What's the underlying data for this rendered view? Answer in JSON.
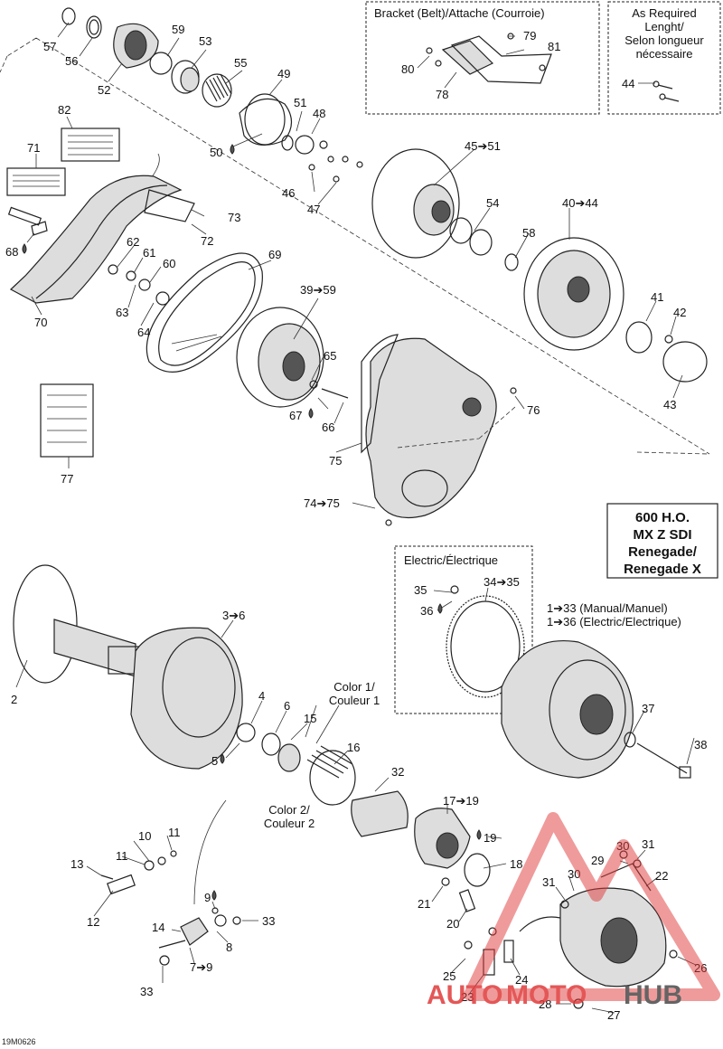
{
  "boxes": {
    "bracket_title": "Bracket (Belt)/Attache (Courroie)",
    "as_required_line1": "As Required",
    "as_required_line2": "Lenght/",
    "as_required_line3": "Selon longueur",
    "as_required_line4": "nécessaire",
    "electric_title": "Electric/Électrique",
    "model_line1": "600 H.O.",
    "model_line2": "MX Z SDI",
    "model_line3": "Renegade/",
    "model_line4": "Renegade X"
  },
  "annotations": {
    "color1_line1": "Color 1/",
    "color1_line2": "Couleur 1",
    "color2_line1": "Color 2/",
    "color2_line2": "Couleur 2",
    "manual_range": "1➔33 (Manual/Manuel)",
    "electric_range": "1➔36 (Electric/Electrique)"
  },
  "callouts": {
    "c57": "57",
    "c56": "56",
    "c52": "52",
    "c59": "59",
    "c53": "53",
    "c55": "55",
    "c49": "49",
    "c51": "51",
    "c48": "48",
    "c50": "50",
    "c46": "46",
    "c47": "47",
    "c82": "82",
    "c71": "71",
    "c68": "68",
    "c70": "70",
    "c73": "73",
    "c72": "72",
    "c62": "62",
    "c61": "61",
    "c60": "60",
    "c63": "63",
    "c64": "64",
    "c69": "69",
    "c39_59": "39➔59",
    "c65": "65",
    "c67": "67",
    "c66": "66",
    "c75": "75",
    "c74_75": "74➔75",
    "c76": "76",
    "c77": "77",
    "c45_51": "45➔51",
    "c54": "54",
    "c58": "58",
    "c40_44": "40➔44",
    "c41": "41",
    "c42": "42",
    "c43": "43",
    "c79": "79",
    "c81": "81",
    "c80": "80",
    "c78": "78",
    "c44": "44",
    "c35": "35",
    "c34_35": "34➔35",
    "c36": "36",
    "c2": "2",
    "c3_6": "3➔6",
    "c4": "4",
    "c6": "6",
    "c15": "15",
    "c5": "5",
    "c16": "16",
    "c32": "32",
    "c17_19": "17➔19",
    "c19": "19",
    "c18": "18",
    "c37": "37",
    "c38": "38",
    "c10": "10",
    "c11a": "11",
    "c11b": "11",
    "c13": "13",
    "c12": "12",
    "c9": "9",
    "c33a": "33",
    "c14": "14",
    "c8": "8",
    "c7_9": "7➔9",
    "c33b": "33",
    "c21": "21",
    "c20": "20",
    "c29": "29",
    "c30a": "30",
    "c31a": "31",
    "c22": "22",
    "c31b": "31",
    "c30b": "30",
    "c25": "25",
    "c23": "23",
    "c24": "24",
    "c26": "26",
    "c28": "28",
    "c27": "27"
  },
  "footer": {
    "drawing_ref": "19M0626"
  },
  "watermark": {
    "part1": "AUTO",
    "part2": "MOTO",
    "part3": "HUB"
  },
  "colors": {
    "watermark_red": "#e03a3a",
    "watermark_dark": "#4a4a4a",
    "line": "#222222"
  }
}
